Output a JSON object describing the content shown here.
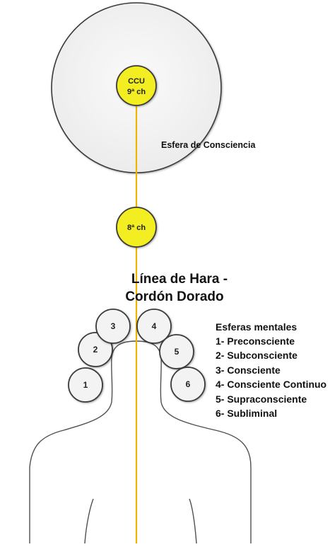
{
  "ccu": {
    "line1": "CCU",
    "line2": "9ª ch"
  },
  "sphere_label": "Esfera de Consciencia",
  "chakra8": {
    "label": "8ª ch"
  },
  "hara": {
    "line1": "Línea de Hara -",
    "line2": "Cordón Dorado"
  },
  "mental_spheres": {
    "numbers": [
      "1",
      "2",
      "3",
      "4",
      "5",
      "6"
    ],
    "legend_title": "Esferas mentales",
    "legend_items": [
      "1- Preconsciente",
      "2- Subconsciente",
      "3- Consciente",
      "4- Consciente Continuo",
      "5- Supraconsciente",
      "6- Subliminal"
    ]
  },
  "colors": {
    "cord": "#f0b400",
    "chakra_fill": "#f2ee22",
    "sphere_fill": "#f3f3f3",
    "outline": "#3a3a3a"
  }
}
